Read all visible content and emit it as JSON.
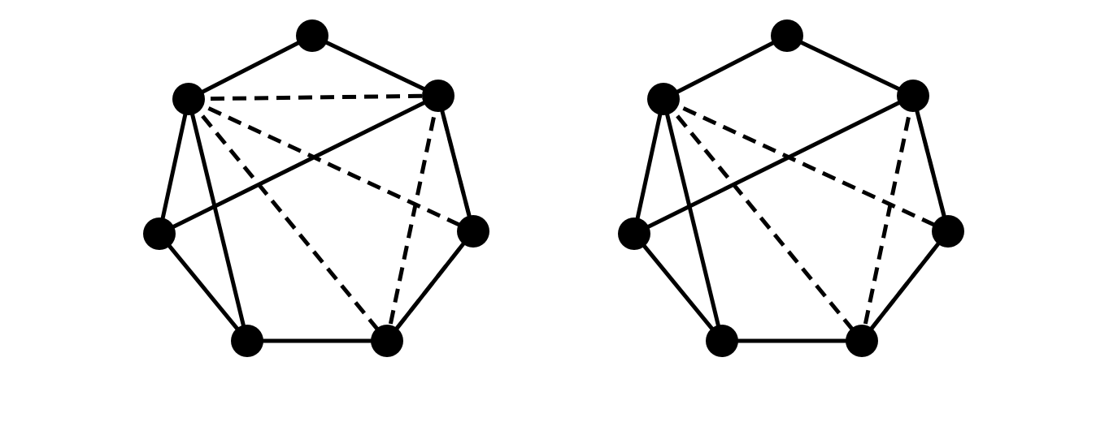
{
  "colors": {
    "background": "#ffffff",
    "ink": "#000000"
  },
  "graphs": [
    {
      "name": "left-graph",
      "node_count": 7,
      "solid_edges": [
        [
          0,
          1
        ],
        [
          1,
          2
        ],
        [
          2,
          3
        ],
        [
          3,
          4
        ],
        [
          4,
          5
        ],
        [
          5,
          6
        ],
        [
          6,
          0
        ],
        [
          1,
          3
        ],
        [
          6,
          2
        ]
      ],
      "dashed_edges": [
        [
          1,
          6
        ],
        [
          1,
          5
        ],
        [
          1,
          4
        ],
        [
          6,
          5
        ],
        [
          6,
          4
        ],
        [
          5,
          4
        ]
      ]
    },
    {
      "name": "right-graph",
      "node_count": 7,
      "solid_edges": [
        [
          0,
          1
        ],
        [
          1,
          2
        ],
        [
          2,
          3
        ],
        [
          3,
          4
        ],
        [
          4,
          5
        ],
        [
          5,
          6
        ],
        [
          6,
          0
        ],
        [
          1,
          3
        ],
        [
          6,
          2
        ]
      ],
      "dashed_edges": [
        [
          1,
          5
        ],
        [
          1,
          4
        ],
        [
          6,
          5
        ],
        [
          6,
          4
        ],
        [
          5,
          4
        ]
      ]
    }
  ]
}
